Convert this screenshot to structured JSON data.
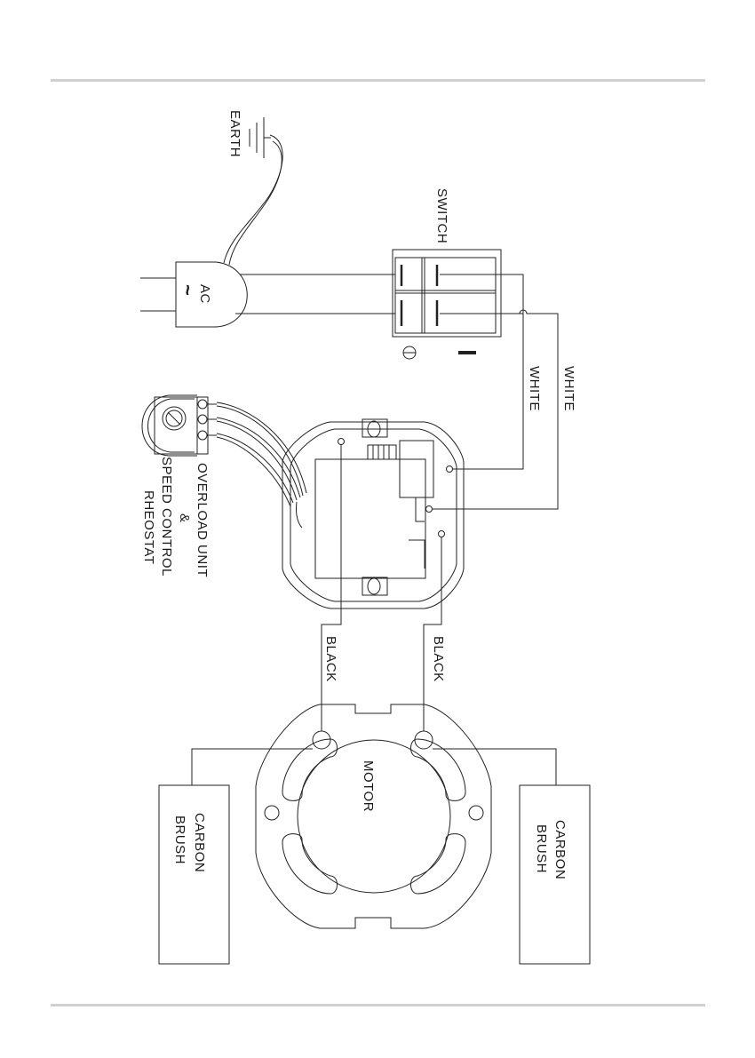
{
  "labels": {
    "earth": "EARTH",
    "ac": "AC",
    "ac_symbol": "~",
    "switch": "SWITCH",
    "switch_off_symbol": "O",
    "switch_on_symbol": "I",
    "white_1": "WHITE",
    "white_2": "WHITE",
    "overload_line1": "OVERLOAD UNIT",
    "overload_line2": "&",
    "overload_line3": "SPEED CONTROL",
    "overload_line4": "RHEOSTAT",
    "black_1": "BLACK",
    "black_2": "BLACK",
    "motor": "MOTOR",
    "carbon_left_line1": "CARBON",
    "carbon_left_line2": "BRUSH",
    "carbon_right_line1": "CARBON",
    "carbon_right_line2": "BRUSH"
  }
}
